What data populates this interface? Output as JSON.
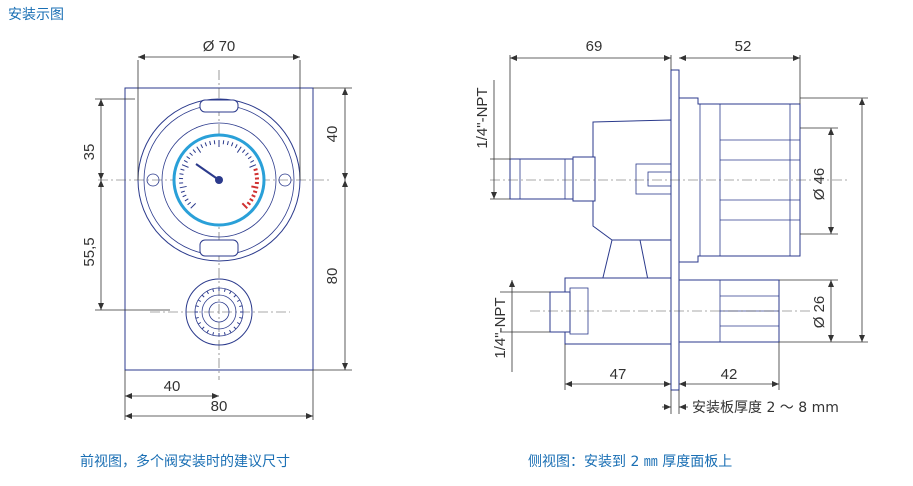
{
  "header": {
    "title": "安装示图"
  },
  "front_view": {
    "caption": "前视图，多个阀安装时的建议尺寸",
    "dims": {
      "top_diameter": "Ø 70",
      "left_upper": "35",
      "left_lower": "55,5",
      "right_upper": "40",
      "right_lower": "80",
      "bottom_inner": "40",
      "bottom_outer": "80"
    }
  },
  "side_view": {
    "caption": "侧视图：安装到 2 ㎜ 厚度面板上",
    "dims": {
      "top_left": "69",
      "top_right": "52",
      "right_upper": "Ø 46",
      "right_lower": "Ø 26",
      "bottom_left": "47",
      "bottom_right": "42",
      "port_upper": "1/4\"-NPT",
      "port_lower": "1/4\"-NPT",
      "panel_note": "安装板厚度 2 ～ 8 mm"
    }
  },
  "colors": {
    "title": "#1a6fb4",
    "outline": "#2b3a8c",
    "dial_ring": "#2aa0d8",
    "pointer": "#d03030"
  }
}
